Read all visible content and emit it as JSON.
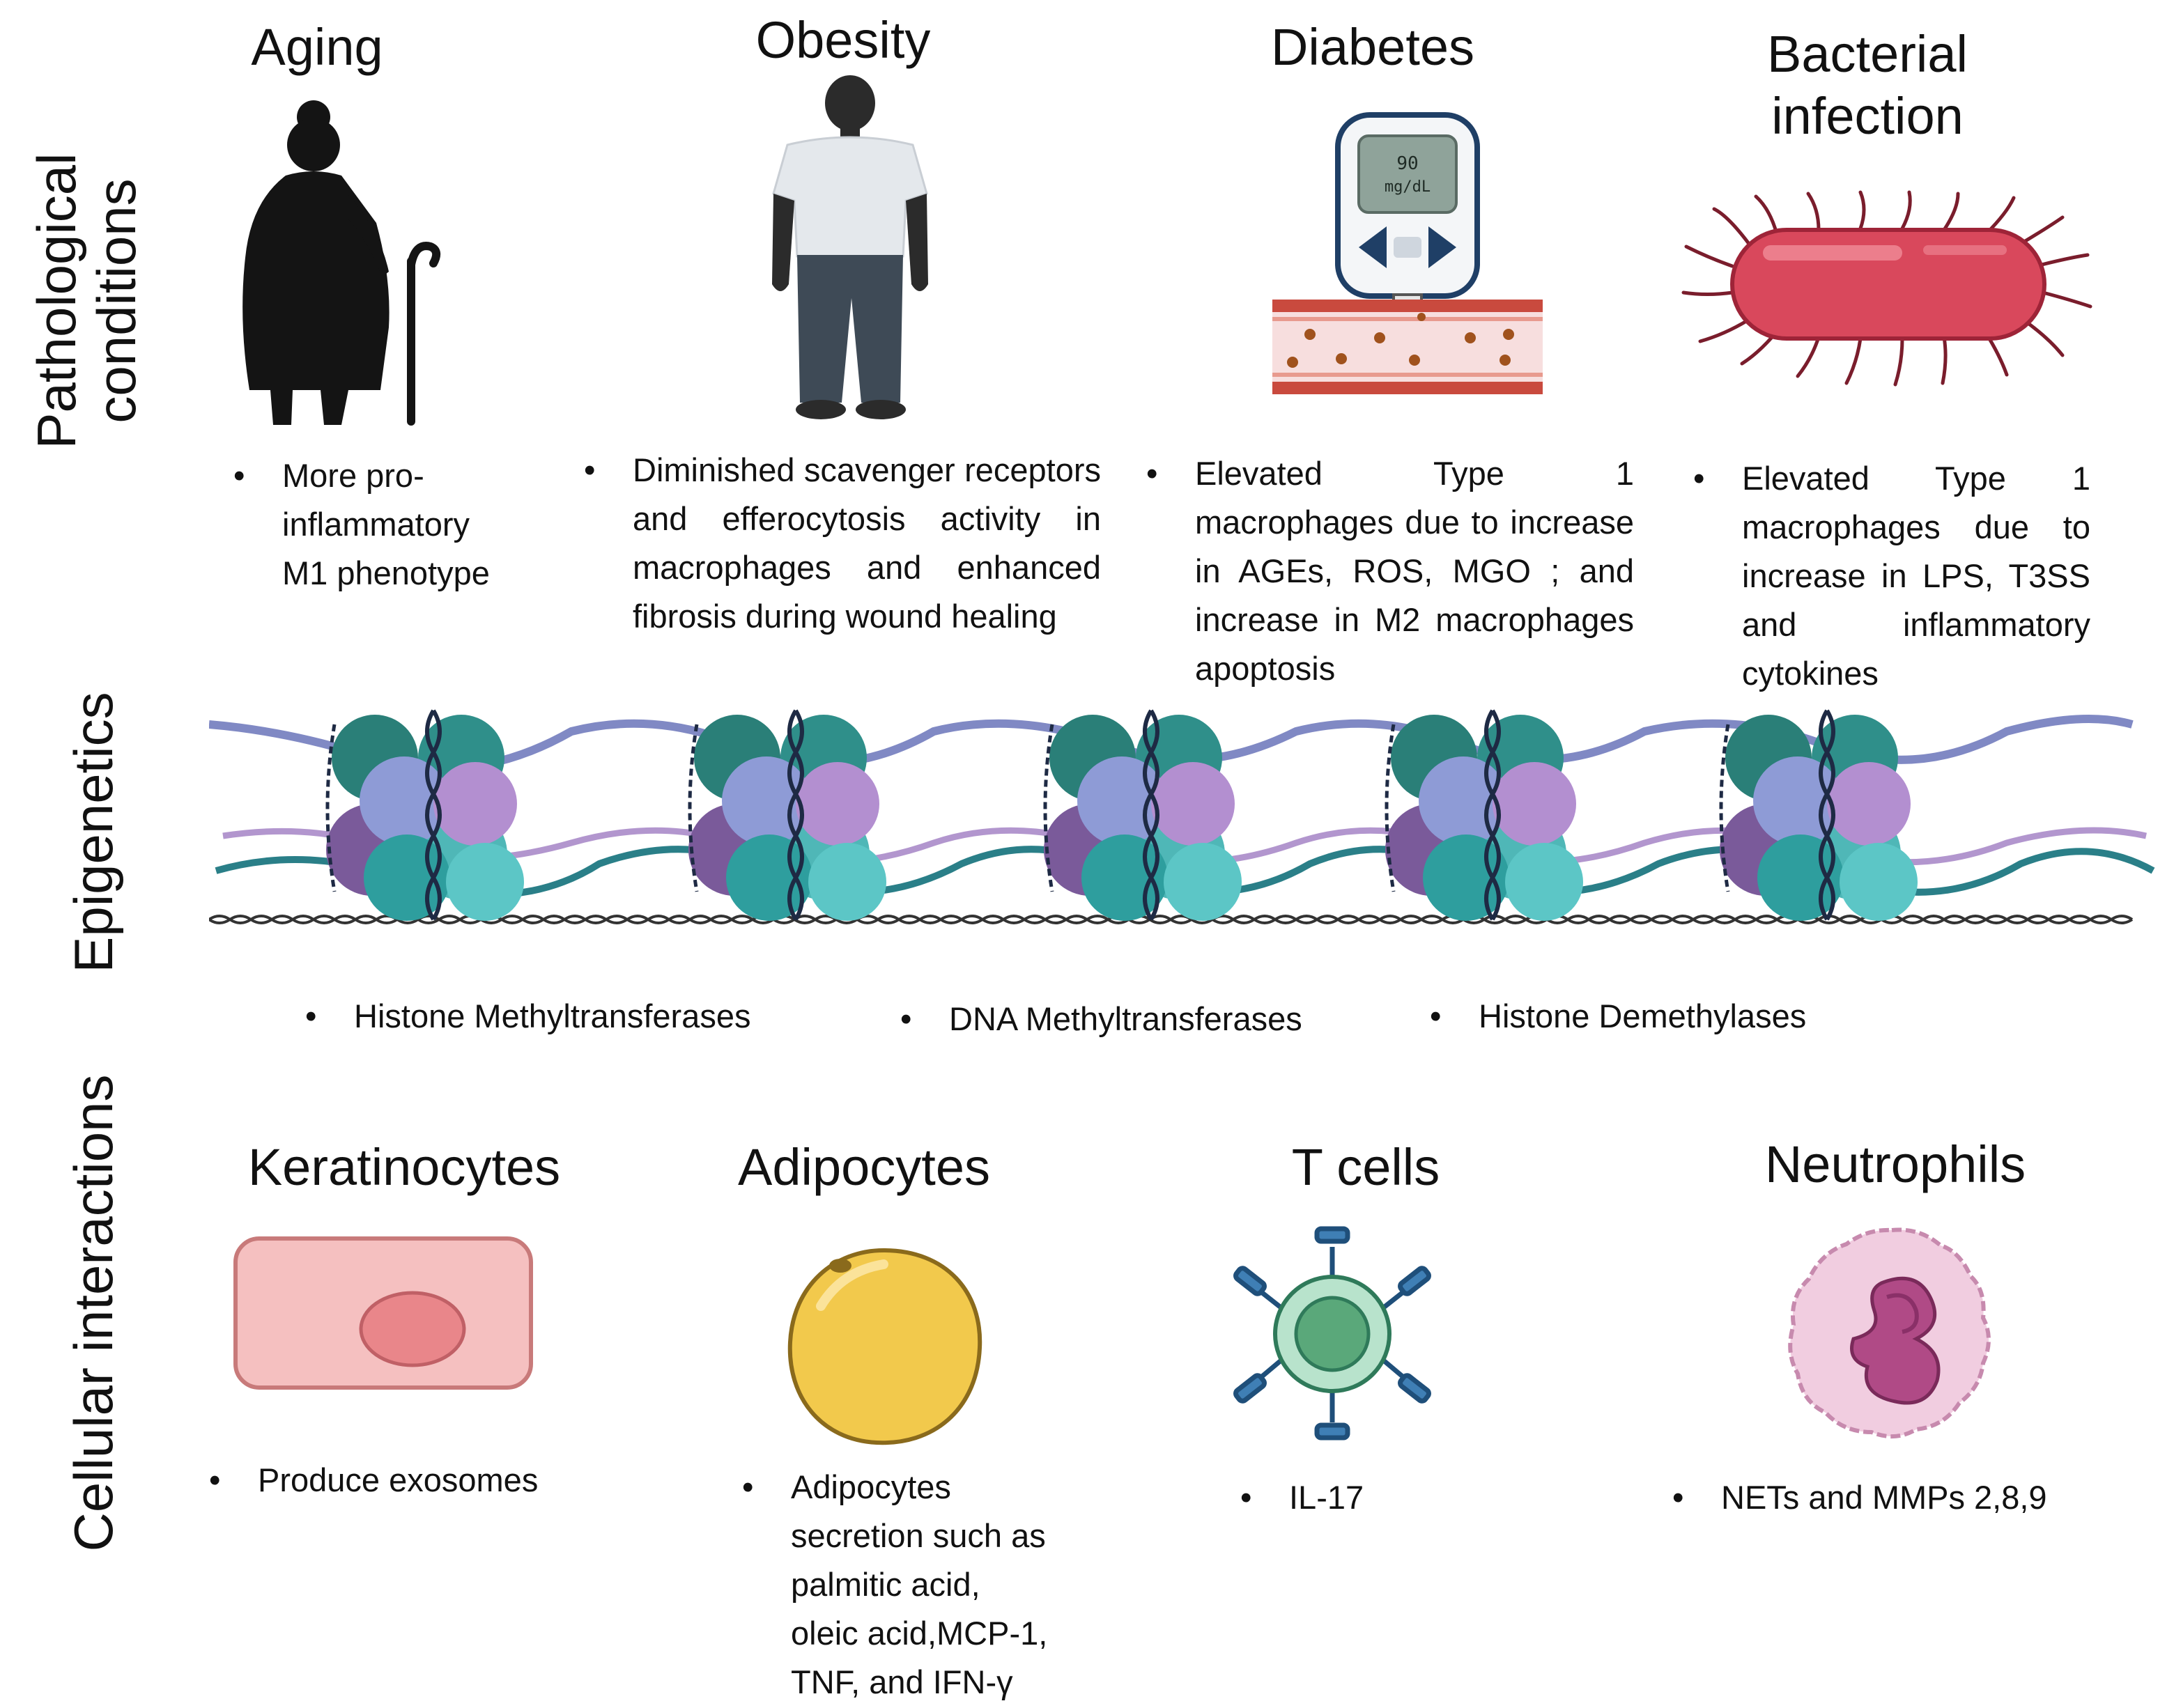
{
  "sections": {
    "pathological": "Pathological conditions",
    "pathological_line1": "Pathological",
    "pathological_line2": "conditions",
    "epigenetics": "Epigenetics",
    "cellular": "Cellular interactions"
  },
  "conditions": [
    {
      "title": "Aging",
      "text": "More pro-inflammatory M1 phenotype",
      "lines": [
        "More pro-",
        "inflammatory",
        "M1 phenotype"
      ]
    },
    {
      "title": "Obesity",
      "text": "Diminished scavenger receptors and efferocytosis activity in macrophages and enhanced fibrosis during wound healing"
    },
    {
      "title": "Diabetes",
      "text": "Elevated Type 1 macrophages due to increase in AGEs, ROS, MGO ; and increase in M2 macrophages apoptosis",
      "meter_reading": "90",
      "meter_unit": "mg/dL"
    },
    {
      "title": "Bacterial infection",
      "title_line1": "Bacterial",
      "title_line2": "infection",
      "text": "Elevated Type 1 macrophages due to increase in LPS, T3SS and inflammatory cytokines"
    }
  ],
  "epigenetics": [
    "Histone Methyltransferases",
    "DNA Methyltransferases",
    "Histone Demethylases"
  ],
  "cells": [
    {
      "title": "Keratinocytes",
      "text": "Produce exosomes"
    },
    {
      "title": "Adipocytes",
      "text": "Adipocytes secretion such as palmitic acid, oleic acid,MCP-1, TNF, and IFN-γ",
      "lines": [
        "Adipocytes",
        "secretion such as",
        "palmitic acid,",
        "oleic acid,MCP-1,",
        "TNF, and IFN-γ"
      ]
    },
    {
      "title": "T cells",
      "text": "IL-17"
    },
    {
      "title": "Neutrophils",
      "text": "NETs and MMPs 2,8,9"
    }
  ],
  "bullet_symbol": "•",
  "colors": {
    "silhouette": "#141414",
    "shirt": "#e4e8ec",
    "pants": "#3e4a56",
    "bacterium": "#d9485c",
    "keratinocyte": "#f3b4b4",
    "adipocyte": "#f2c94c",
    "tcell": "#9fd6b8",
    "neutrophil": "#e9b4d0",
    "histone_teal": "#2f8f8a",
    "histone_blue": "#8e9bd6",
    "histone_purple": "#8a6aa8",
    "histone_cyan": "#4fb7b7"
  }
}
